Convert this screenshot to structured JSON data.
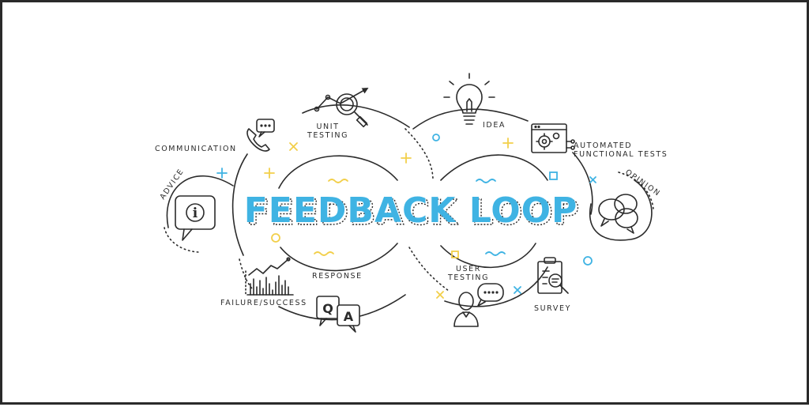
{
  "title": "FEEDBACK LOOP",
  "labels": {
    "communication": "COMMUNICATION",
    "unit_testing_1": "UNIT",
    "unit_testing_2": "TESTING",
    "idea": "IDEA",
    "automated_1": "AUTOMATED",
    "automated_2": "FUNCTIONAL TESTS",
    "opinion": "OPINION",
    "advice": "ADVICE",
    "response": "RESPONSE",
    "failure_success": "FAILURE/SUCCESS",
    "user_testing_1": "USER",
    "user_testing_2": "TESTING",
    "survey": "SURVEY",
    "qa_q": "Q",
    "qa_a": "A",
    "info_i": "i"
  },
  "colors": {
    "line": "#2b2b2b",
    "accent_blue": "#3fb3e3",
    "accent_yellow": "#f2cf4a"
  }
}
